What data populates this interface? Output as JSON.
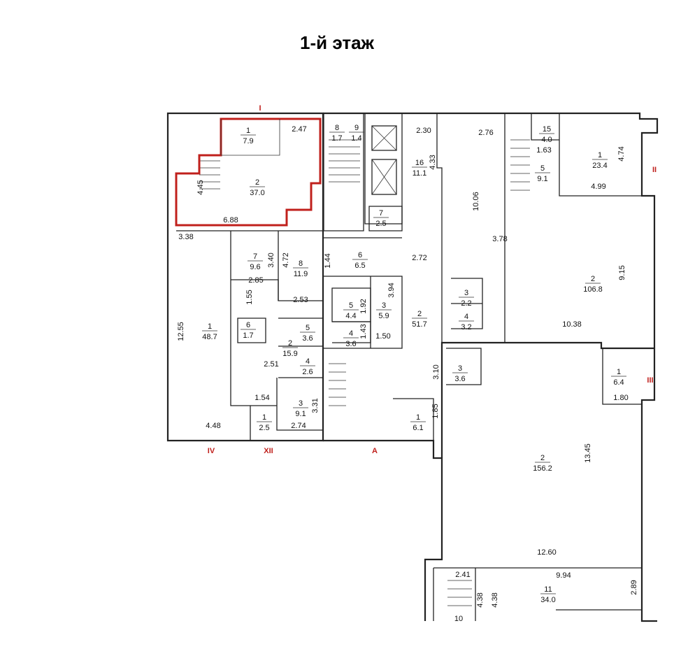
{
  "title": "1-й этаж",
  "colors": {
    "walls": "#222222",
    "highlight": "#c0201c",
    "axis": "#c0201c"
  },
  "rooms": [
    {
      "num": "1",
      "area": "7.9"
    },
    {
      "num": "2",
      "area": "37.0"
    },
    {
      "num": "8",
      "area": "1.7"
    },
    {
      "num": "9",
      "area": "1.4"
    },
    {
      "num": "16",
      "area": "11.1"
    },
    {
      "num": "15",
      "area": "4.0"
    },
    {
      "num": "5",
      "area": "9.1"
    },
    {
      "num": "1",
      "area": "23.4"
    },
    {
      "num": "7",
      "area": "2.5"
    },
    {
      "num": "7",
      "area": "9.6"
    },
    {
      "num": "8",
      "area": "11.9"
    },
    {
      "num": "6",
      "area": "6.5"
    },
    {
      "num": "1",
      "area": "48.7"
    },
    {
      "num": "6",
      "area": "1.7"
    },
    {
      "num": "5",
      "area": "3.6"
    },
    {
      "num": "2",
      "area": "15.9"
    },
    {
      "num": "4",
      "area": "2.6"
    },
    {
      "num": "3",
      "area": "9.1"
    },
    {
      "num": "1",
      "area": "2.5"
    },
    {
      "num": "5",
      "area": "4.4"
    },
    {
      "num": "3",
      "area": "5.9"
    },
    {
      "num": "4",
      "area": "3.6"
    },
    {
      "num": "2",
      "area": "51.7"
    },
    {
      "num": "3",
      "area": "2.2"
    },
    {
      "num": "4",
      "area": "3.2"
    },
    {
      "num": "2",
      "area": "106.8"
    },
    {
      "num": "3",
      "area": "3.6"
    },
    {
      "num": "1",
      "area": "6.4"
    },
    {
      "num": "1",
      "area": "6.1"
    },
    {
      "num": "2",
      "area": "156.2"
    },
    {
      "num": "11",
      "area": "34.0"
    },
    {
      "num": "10",
      "area": ""
    }
  ],
  "dims": [
    "2.47",
    "4.45",
    "6.88",
    "2.30",
    "2.76",
    "4.33",
    "1.63",
    "4.74",
    "4.99",
    "10.06",
    "3.78",
    "9.15",
    "3.38",
    "3.40",
    "4.72",
    "1.44",
    "2.72",
    "2.85",
    "1.55",
    "2.53",
    "3.94",
    "1.92",
    "1.43",
    "1.50",
    "12.55",
    "2.51",
    "3.31",
    "1.54",
    "4.48",
    "2.74",
    "10.38",
    "3.10",
    "1.85",
    "1.80",
    "13.45",
    "12.60",
    "2.41",
    "9.94",
    "4.38",
    "4.38",
    "2.89"
  ],
  "axes": [
    "I",
    "II",
    "III",
    "IV",
    "XII",
    "А"
  ]
}
